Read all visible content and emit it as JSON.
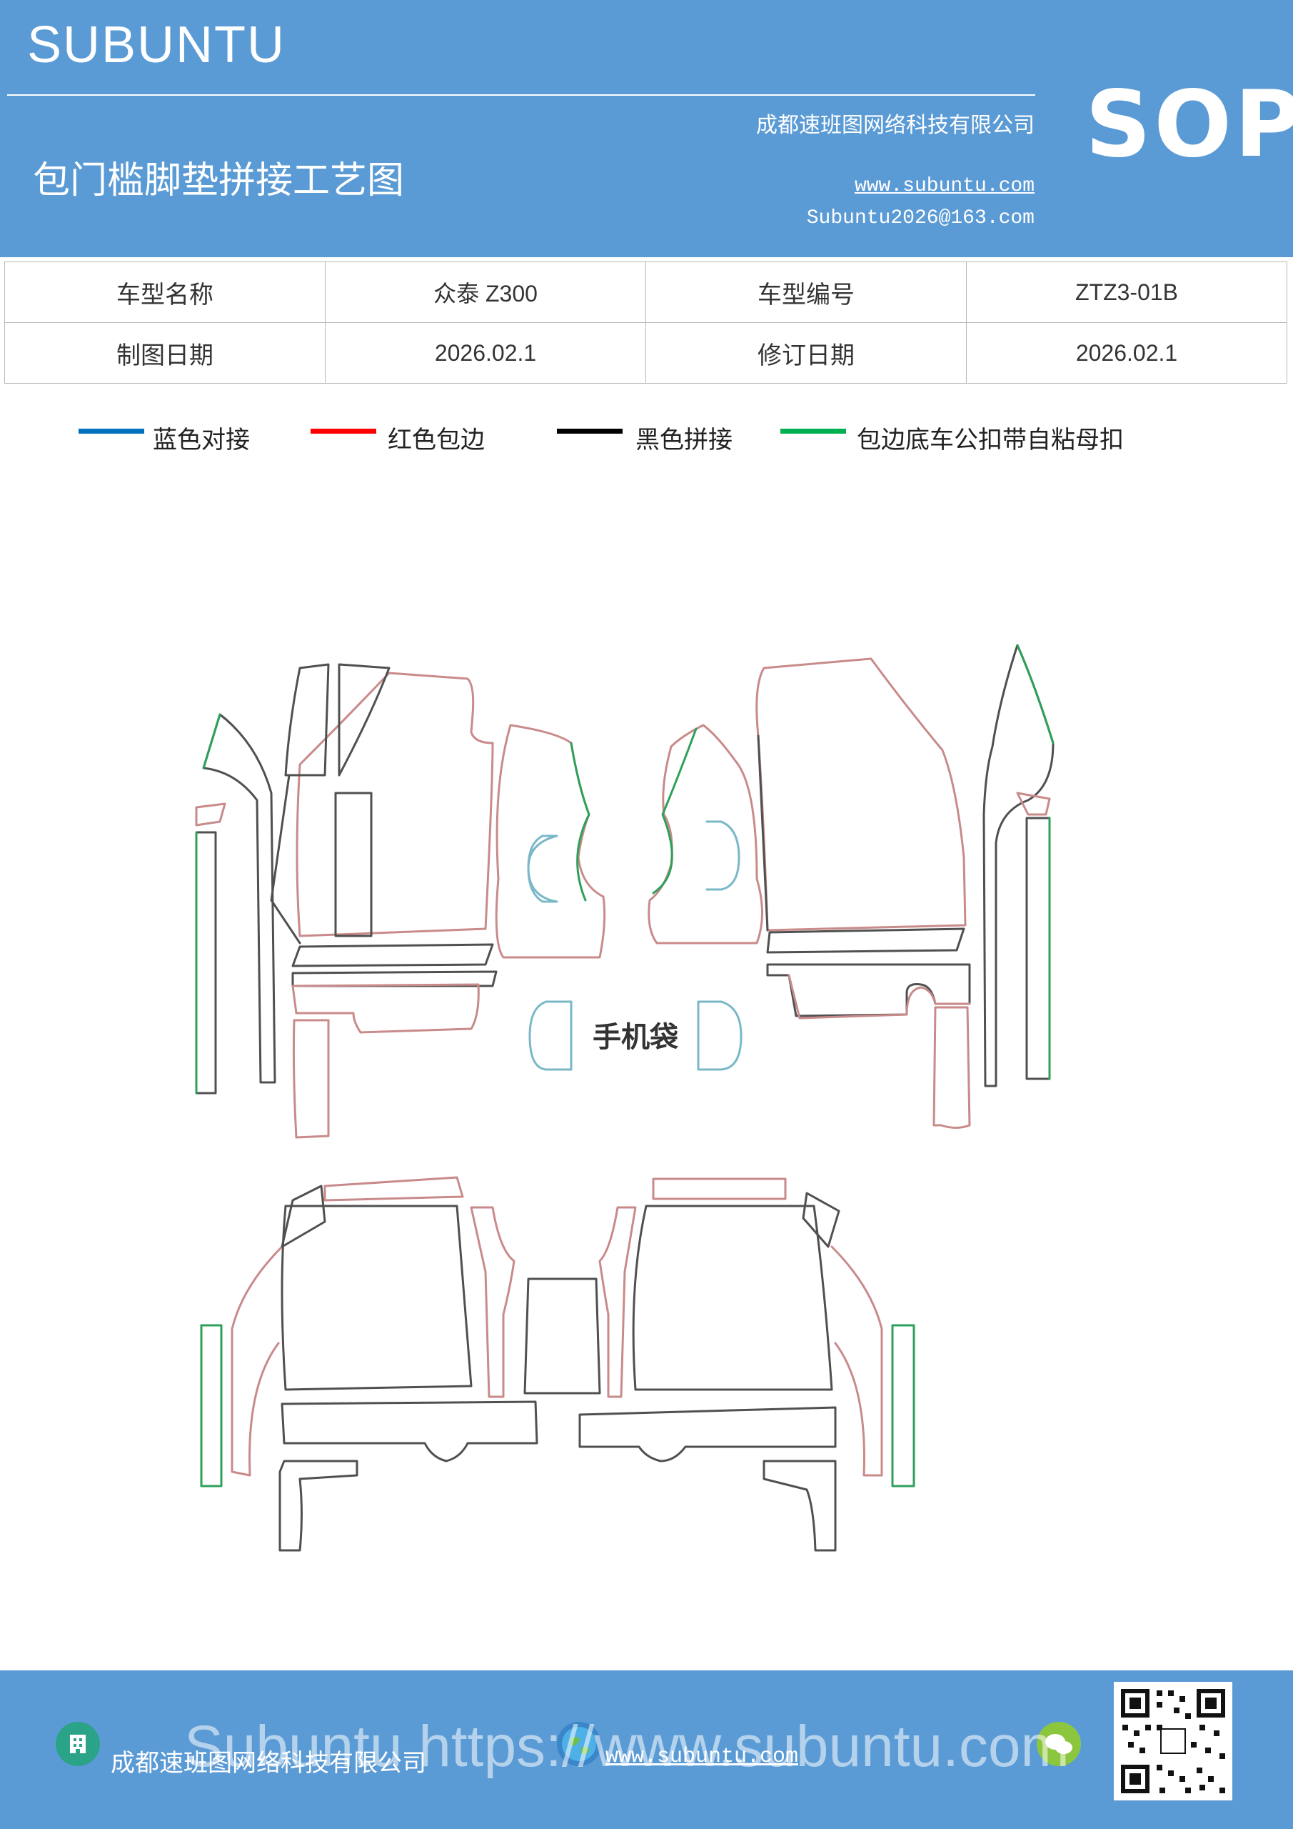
{
  "header": {
    "brand": "SUBUNTU",
    "title": "包门槛脚垫拼接工艺图",
    "company": "成都速班图网络科技有限公司",
    "website": "www.subuntu.com",
    "email": "Subuntu2026@163.com",
    "badge": "SOP"
  },
  "info_table": {
    "model_name_label": "车型名称",
    "model_name": "众泰 Z300",
    "model_code_label": "车型编号",
    "model_code": "ZTZ3-01B",
    "draw_date_label": "制图日期",
    "draw_date": "2026.02.1",
    "revise_date_label": "修订日期",
    "revise_date": "2026.02.1"
  },
  "legend": [
    {
      "label": "蓝色对接",
      "color": "#0070c0"
    },
    {
      "label": "红色包边",
      "color": "#ff0000"
    },
    {
      "label": "黑色拼接",
      "color": "#000000"
    },
    {
      "label": "包边底车公扣带自粘母扣",
      "color": "#00b050"
    }
  ],
  "diagram": {
    "pocket_label": "手机袋",
    "line_colors": {
      "outline": "#505050",
      "edge": "#c98a8a",
      "green": "#2ea05a",
      "blue": "#7ab8c8"
    }
  },
  "footer": {
    "company": "成都速班图网络科技有限公司",
    "website": "www.subuntu.com",
    "overlay_text": "Subuntu  https://www.subuntu.com"
  }
}
